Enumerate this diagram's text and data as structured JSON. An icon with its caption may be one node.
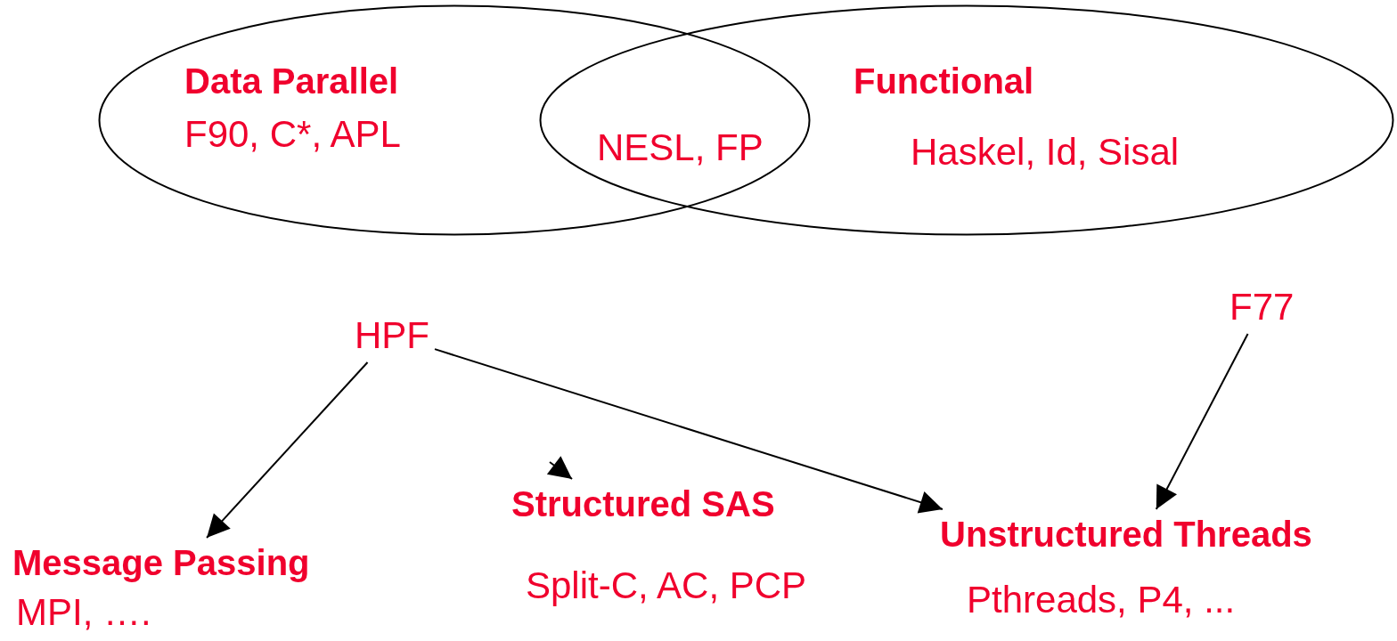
{
  "diagram": {
    "nodes": [
      {
        "text": [
          "Data Parallel",
          "F90, C*, APL"
        ]
      },
      {
        "text": [
          "Functional",
          "Haskel, Id, Sisal"
        ]
      },
      {
        "text": [
          "HPF"
        ]
      },
      {
        "text": [
          "F77"
        ]
      },
      {
        "text": [
          "Message Passing",
          "MPI, …."
        ]
      },
      {
        "text": [
          "Structured SAS",
          "Split-C, AC, PCP"
        ]
      },
      {
        "text": [
          "Unstructured Threads",
          "Pthreads, P4, ..."
        ]
      }
    ],
    "edges": [
      {
        "from": 2,
        "to": 4,
        "arrow": "to"
      },
      {
        "from": 2,
        "to": 6,
        "arrow": "to"
      },
      {
        "from": 3,
        "to": 6,
        "arrow": "to"
      },
      {
        "from": null,
        "to": 5,
        "arrow": "to"
      }
    ],
    "labels": [
      "NESL, FP"
    ]
  }
}
